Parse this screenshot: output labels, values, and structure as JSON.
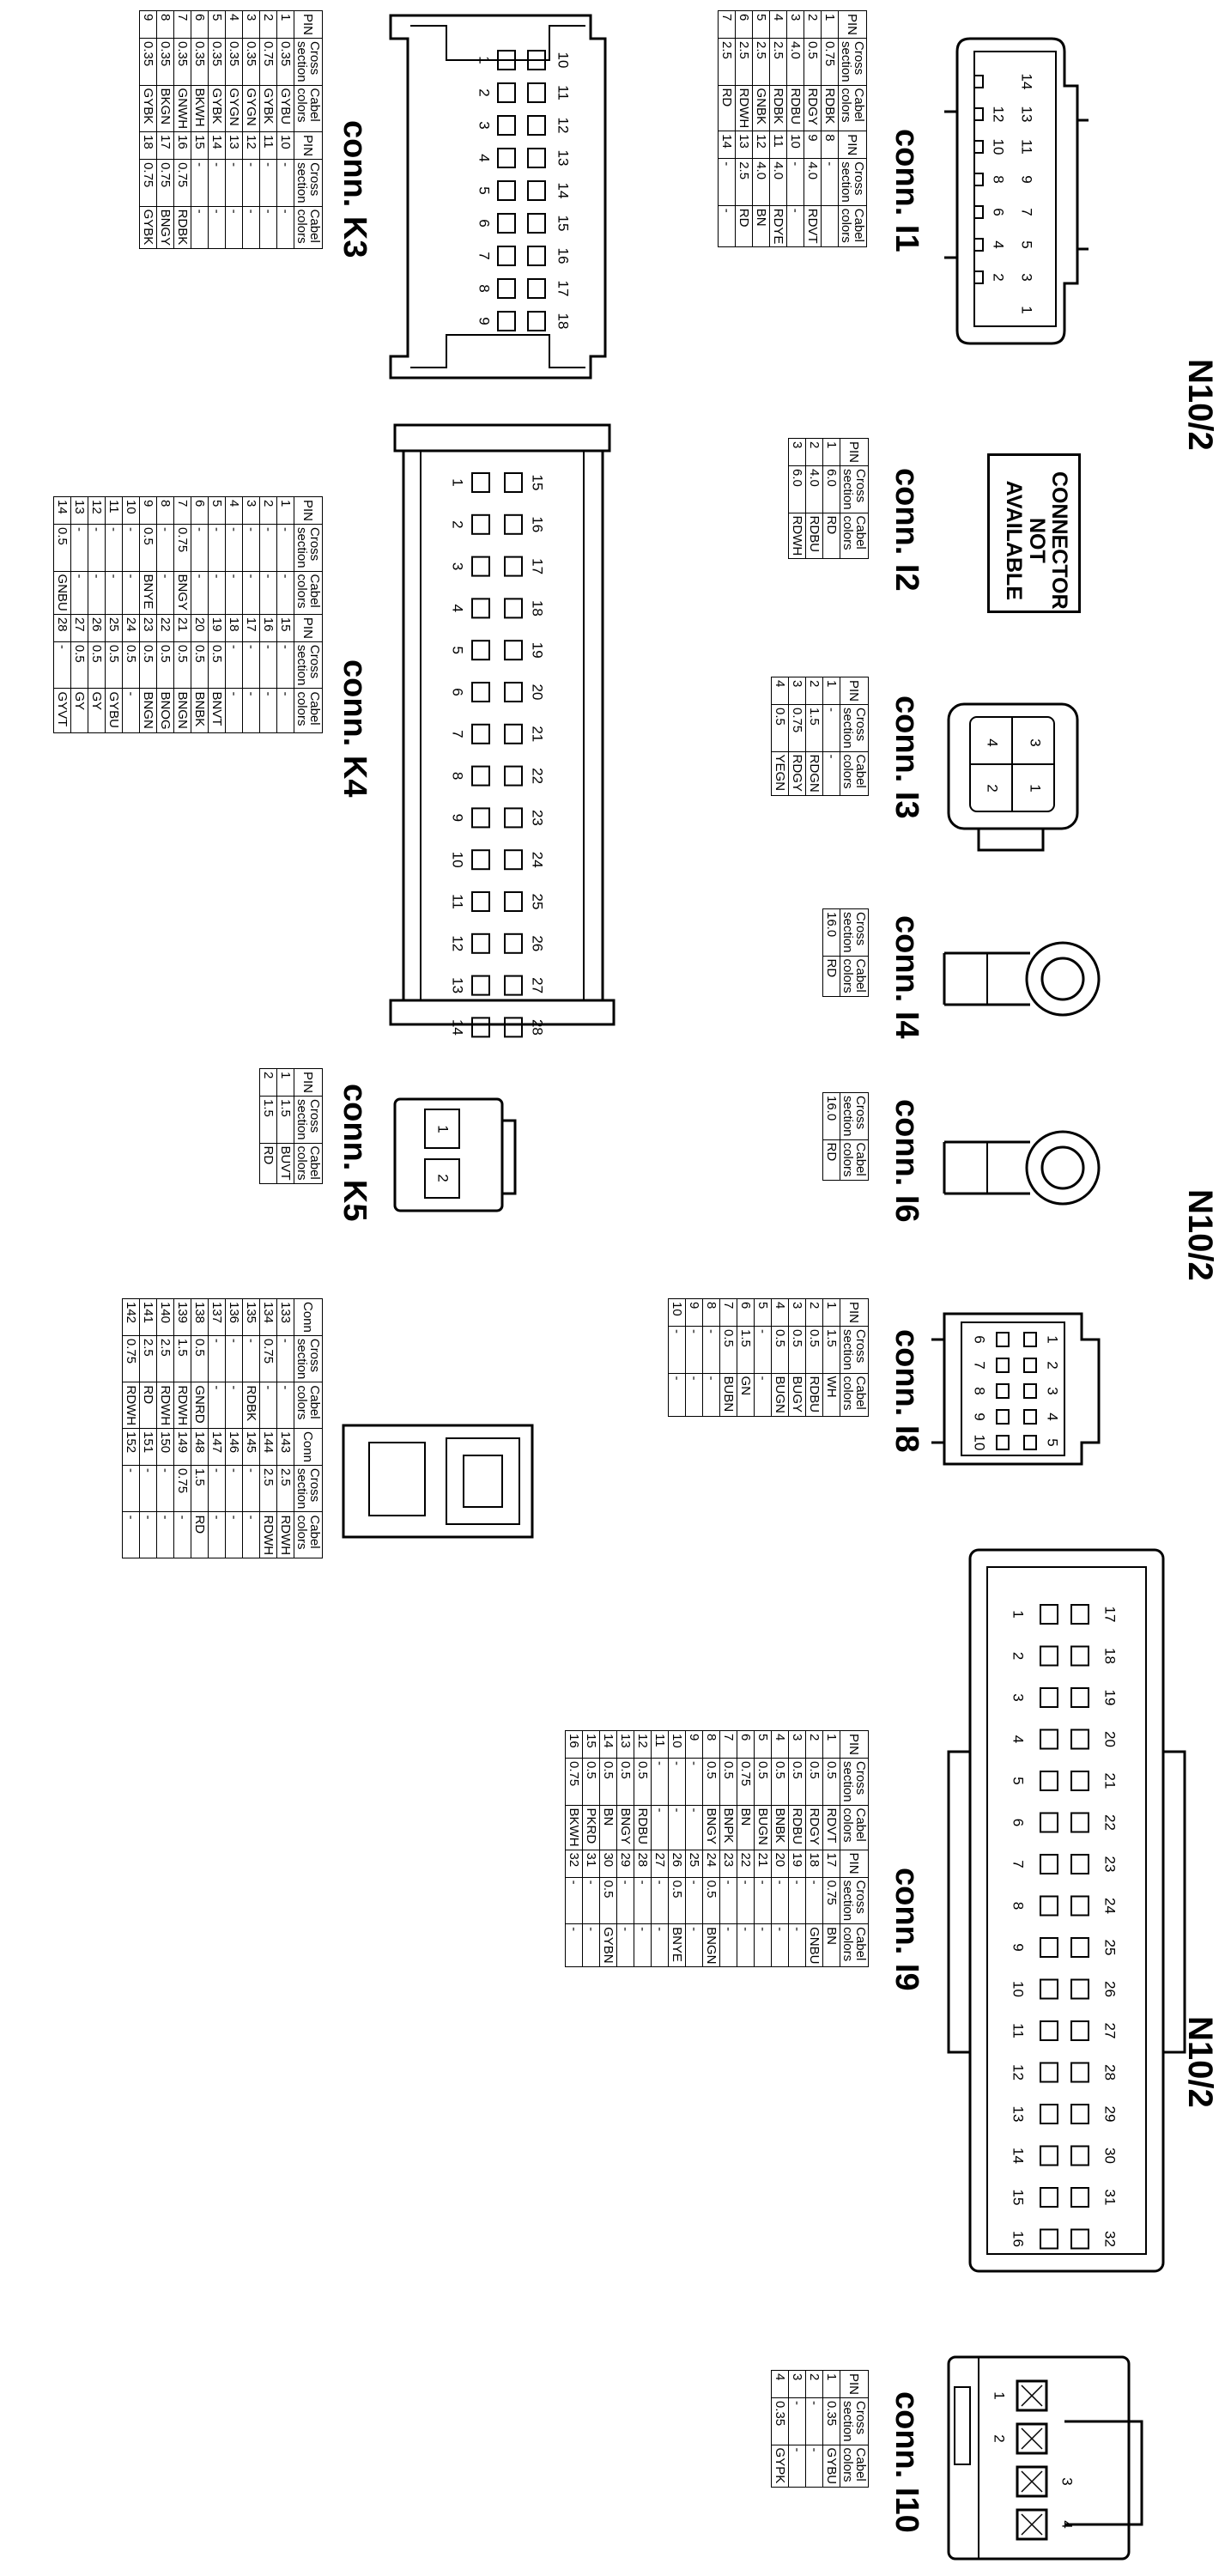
{
  "header_labels": [
    "N10/2",
    "N10/2",
    "N10/2"
  ],
  "not_available": [
    "CONNECTOR",
    "NOT",
    "AVAILABLE"
  ],
  "headers": {
    "pin": "PIN",
    "conn": "Conn",
    "cross": [
      "Cross",
      "section"
    ],
    "cabel": [
      "Cabel",
      "colors"
    ]
  },
  "connectors": {
    "I1": {
      "title": "conn. I1",
      "rows": [
        [
          "1",
          "0.75",
          "RDBK",
          "8",
          "-",
          ""
        ],
        [
          "2",
          "0.5",
          "RDGY",
          "9",
          "4.0",
          "RDVT"
        ],
        [
          "3",
          "4.0",
          "RDBU",
          "10",
          "-",
          "-"
        ],
        [
          "4",
          "2.5",
          "RDBK",
          "11",
          "4.0",
          "RDYE"
        ],
        [
          "5",
          "2.5",
          "GNBK",
          "12",
          "4.0",
          "BN"
        ],
        [
          "6",
          "2.5",
          "RDWH",
          "13",
          "2.5",
          "RD"
        ],
        [
          "7",
          "2.5",
          "RD",
          "14",
          "-",
          "-"
        ]
      ]
    },
    "I2": {
      "title": "conn. I2",
      "rows": [
        [
          "1",
          "6.0",
          "RD"
        ],
        [
          "2",
          "4.0",
          "RDBU"
        ],
        [
          "3",
          "6.0",
          "RDWH"
        ]
      ]
    },
    "I3": {
      "title": "conn. I3",
      "rows": [
        [
          "1",
          "-",
          "-"
        ],
        [
          "2",
          "1.5",
          "RDGN"
        ],
        [
          "3",
          "0.75",
          "RDGY"
        ],
        [
          "4",
          "0.5",
          "YEGN"
        ]
      ]
    },
    "I4": {
      "title": "conn. I4",
      "rows": [
        [
          "16.0",
          "RD"
        ]
      ]
    },
    "I6": {
      "title": "conn. I6",
      "rows": [
        [
          "16.0",
          "RD"
        ]
      ]
    },
    "I8": {
      "title": "conn. I8",
      "rows": [
        [
          "1",
          "1.5",
          "WH"
        ],
        [
          "2",
          "0.5",
          "RDBU"
        ],
        [
          "3",
          "0.5",
          "BUGY"
        ],
        [
          "4",
          "0.5",
          "BUGN"
        ],
        [
          "5",
          "-",
          "-"
        ],
        [
          "6",
          "1.5",
          "GN"
        ],
        [
          "7",
          "0.5",
          "BUBN"
        ],
        [
          "8",
          "-",
          "-"
        ],
        [
          "9",
          "-",
          "-"
        ],
        [
          "10",
          "-",
          "-"
        ]
      ]
    },
    "I9": {
      "title": "conn. I9",
      "rows": [
        [
          "1",
          "0.5",
          "RDVT",
          "17",
          "0.75",
          "BN"
        ],
        [
          "2",
          "0.5",
          "RDGY",
          "18",
          "-",
          "GNBU"
        ],
        [
          "3",
          "0.5",
          "RDBU",
          "19",
          "-",
          "-"
        ],
        [
          "4",
          "0.5",
          "BNBK",
          "20",
          "-",
          "-"
        ],
        [
          "5",
          "0.5",
          "BUGN",
          "21",
          "-",
          "-"
        ],
        [
          "6",
          "0.75",
          "BN",
          "22",
          "-",
          "-"
        ],
        [
          "7",
          "0.5",
          "BNPK",
          "23",
          "-",
          "-"
        ],
        [
          "8",
          "0.5",
          "BNGY",
          "24",
          "0.5",
          "BNGN"
        ],
        [
          "9",
          "-",
          "-",
          "25",
          "-",
          "-"
        ],
        [
          "10",
          "-",
          "-",
          "26",
          "0.5",
          "BNYE"
        ],
        [
          "11",
          "-",
          "-",
          "27",
          "-",
          "-"
        ],
        [
          "12",
          "0.5",
          "RDBU",
          "28",
          "-",
          "-"
        ],
        [
          "13",
          "0.5",
          "BNGY",
          "29",
          "-",
          "-"
        ],
        [
          "14",
          "0.5",
          "BN",
          "30",
          "0.5",
          "GYBN"
        ],
        [
          "15",
          "0.5",
          "PKRD",
          "31",
          "-",
          "-"
        ],
        [
          "16",
          "0.75",
          "BKWH",
          "32",
          "-",
          "-"
        ]
      ]
    },
    "I10": {
      "title": "conn. I10",
      "rows": [
        [
          "1",
          "0.35",
          "GYBU"
        ],
        [
          "2",
          "-",
          "-"
        ],
        [
          "3",
          "-",
          "-"
        ],
        [
          "4",
          "0.35",
          "GYPK"
        ]
      ]
    },
    "K3": {
      "title": "conn. K3",
      "rows": [
        [
          "1",
          "0.35",
          "GYBU",
          "10",
          "-",
          "-"
        ],
        [
          "2",
          "0.75",
          "GYBK",
          "11",
          "-",
          "-"
        ],
        [
          "3",
          "0.35",
          "GYGN",
          "12",
          "-",
          "-"
        ],
        [
          "4",
          "0.35",
          "GYGN",
          "13",
          "-",
          "-"
        ],
        [
          "5",
          "0.35",
          "GYBK",
          "14",
          "-",
          "-"
        ],
        [
          "6",
          "0.35",
          "BKWH",
          "15",
          "-",
          "-"
        ],
        [
          "7",
          "0.35",
          "GNWH",
          "16",
          "0.75",
          "RDBK"
        ],
        [
          "8",
          "0.35",
          "BKGN",
          "17",
          "0.75",
          "BNGY"
        ],
        [
          "9",
          "0.35",
          "GYBK",
          "18",
          "0.75",
          "GYBK"
        ]
      ]
    },
    "K4": {
      "title": "conn. K4",
      "rows": [
        [
          "1",
          "-",
          "-",
          "15",
          "-",
          "-"
        ],
        [
          "2",
          "-",
          "-",
          "16",
          "-",
          "-"
        ],
        [
          "3",
          "-",
          "-",
          "17",
          "-",
          "-"
        ],
        [
          "4",
          "-",
          "-",
          "18",
          "-",
          "-"
        ],
        [
          "5",
          "-",
          "-",
          "19",
          "0.5",
          "BNVT"
        ],
        [
          "6",
          "-",
          "-",
          "20",
          "0.5",
          "BNBK"
        ],
        [
          "7",
          "0.75",
          "BNGY",
          "21",
          "0.5",
          "BNGN"
        ],
        [
          "8",
          "-",
          "-",
          "22",
          "0.5",
          "BNOG"
        ],
        [
          "9",
          "0.5",
          "BNYE",
          "23",
          "0.5",
          "BNGN"
        ],
        [
          "10",
          "-",
          "-",
          "24",
          "0.5",
          "-"
        ],
        [
          "11",
          "-",
          "-",
          "25",
          "0.5",
          "GYBU"
        ],
        [
          "12",
          "-",
          "-",
          "26",
          "0.5",
          "GY"
        ],
        [
          "13",
          "-",
          "-",
          "27",
          "0.5",
          "GY"
        ],
        [
          "14",
          "0.5",
          "GNBU",
          "28",
          "-",
          "GYVT"
        ]
      ]
    },
    "K5": {
      "title": "conn. K5",
      "rows": [
        [
          "1",
          "1.5",
          "BUVT"
        ],
        [
          "2",
          "1.5",
          "RD"
        ]
      ]
    },
    "X": {
      "rows": [
        [
          "133",
          "-",
          "-",
          "143",
          "2.5",
          "RDWH"
        ],
        [
          "134",
          "0.75",
          "-",
          "144",
          "2.5",
          "RDWH"
        ],
        [
          "135",
          "-",
          "RDBK",
          "145",
          "-",
          "-"
        ],
        [
          "136",
          "-",
          "-",
          "146",
          "-",
          "-"
        ],
        [
          "137",
          "-",
          "-",
          "147",
          "-",
          "-"
        ],
        [
          "138",
          "0.5",
          "GNRD",
          "148",
          "1.5",
          "RD"
        ],
        [
          "139",
          "1.5",
          "RDWH",
          "149",
          "0.75",
          "-"
        ],
        [
          "140",
          "2.5",
          "RDWH",
          "150",
          "-",
          "-"
        ],
        [
          "141",
          "2.5",
          "RD",
          "151",
          "-",
          "-"
        ],
        [
          "142",
          "0.75",
          "RDWH",
          "152",
          "-",
          "-"
        ]
      ]
    }
  }
}
